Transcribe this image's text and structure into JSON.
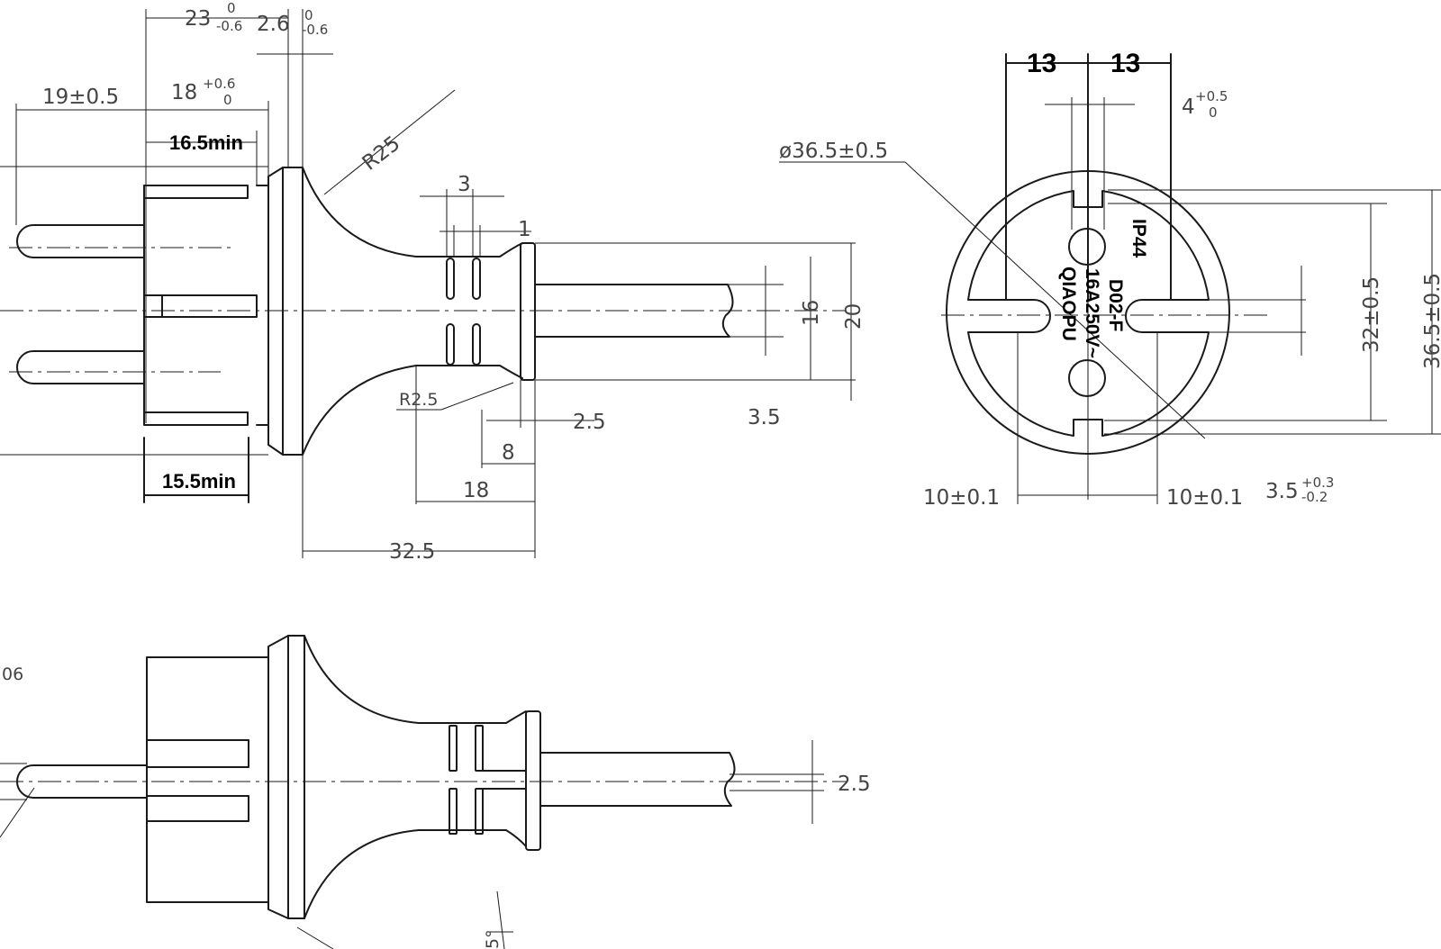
{
  "colors": {
    "line": "#1a1a1a",
    "text": "#444444",
    "background": "#ffffff"
  },
  "side_view": {
    "dims": {
      "d23": "23",
      "d23_tol_upper": "0",
      "d23_tol_lower": "-0.6",
      "d26": "2.6",
      "d26_tol_upper": "0",
      "d26_tol_lower": "-0.6",
      "d19": "19±0.5",
      "d18": "18",
      "d18_tol_upper": "+0.6",
      "d18_tol_lower": "0",
      "d165": "16.5min",
      "r25": "R25",
      "d3": "3",
      "d1": "1",
      "d16": "16",
      "d20": "20",
      "r25_small": "R2.5",
      "d25": "2.5",
      "d35": "3.5",
      "d8": "8",
      "d18b": "18",
      "d325": "32.5",
      "d155": "15.5min"
    }
  },
  "front_view": {
    "dims": {
      "d13a": "13",
      "d13b": "13",
      "d4": "4",
      "d4_tol_upper": "+0.5",
      "d4_tol_lower": "0",
      "dia": "ø36.5±0.5",
      "d32": "32±0.5",
      "d365": "36.5±0.5",
      "d10a": "10±0.1",
      "d10b": "10±0.1",
      "d35t": "3.5",
      "d35t_tol_upper": "+0.3",
      "d35t_tol_lower": "-0.2"
    },
    "marking": {
      "ip": "IP44",
      "model": "D02-F",
      "rating": "16A250V~",
      "brand": "QIAOPU"
    }
  },
  "top_view": {
    "dims": {
      "d06": "06",
      "d25": "2.5",
      "d5": "5°"
    }
  }
}
